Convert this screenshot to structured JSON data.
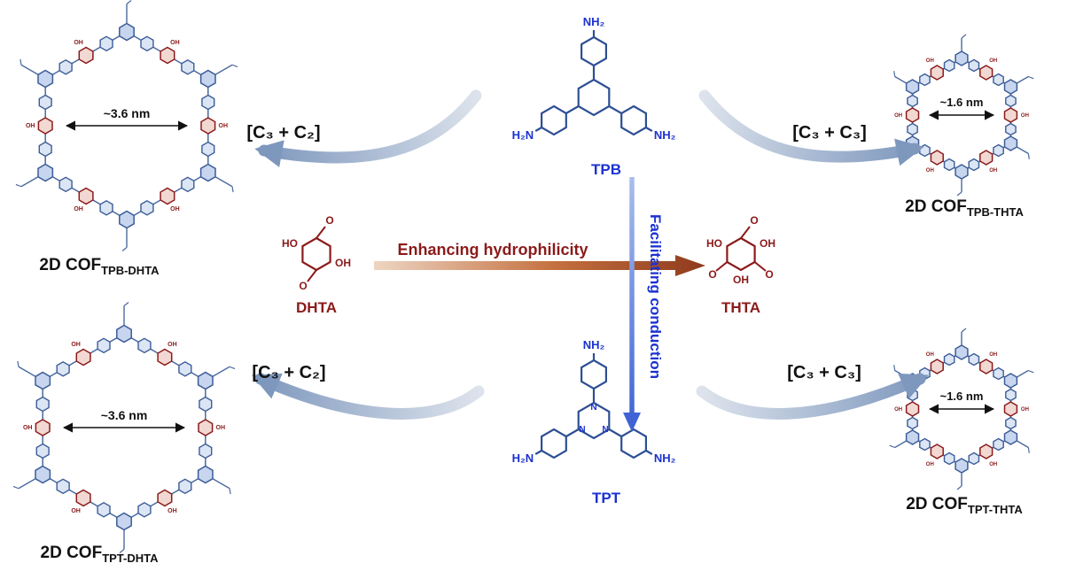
{
  "labels": {
    "nh2": "NH₂",
    "h2n": "H₂N",
    "oh": "OH",
    "ho": "HO",
    "o": "O",
    "n": "N"
  },
  "monomers": {
    "tpb": "TPB",
    "tpt": "TPT",
    "dhta": "DHTA",
    "thta": "THTA"
  },
  "process_arrows": {
    "horizontal": "Enhancing hydrophilicity",
    "vertical": "Facilitating conduction"
  },
  "reactions": {
    "c3c2": "[C₃ + C₂]",
    "c3c3": "[C₃ + C₃]"
  },
  "cofs": {
    "tpb_dhta": {
      "main": "2D COF",
      "sub": "TPB-DHTA",
      "pore": "~3.6 nm"
    },
    "tpb_thta": {
      "main": "2D COF",
      "sub": "TPB-THTA",
      "pore": "~1.6 nm"
    },
    "tpt_dhta": {
      "main": "2D COF",
      "sub": "TPT-DHTA",
      "pore": "~3.6 nm"
    },
    "tpt_thta": {
      "main": "2D COF",
      "sub": "TPT-THTA",
      "pore": "~1.6 nm"
    }
  },
  "colors": {
    "cof_line": "#4a6aa0",
    "cof_ring_stroke": "#3c5c98",
    "cof_ring_fill": "#dbe5f4",
    "node_fill": "#c7d6ee",
    "red_fill": "#f2d8d2",
    "dark_red": "#8b1a1a",
    "mol_blue": "#2d4f94",
    "blue_label": "#1b32cf",
    "arrow_blue": "#3f63d4",
    "swoosh_light": "#dde3ec",
    "swoosh_dark": "#7d97bd",
    "grad_tan": "#eed6c4",
    "grad_brown": "#8f3b1d",
    "text_black": "#111111"
  }
}
